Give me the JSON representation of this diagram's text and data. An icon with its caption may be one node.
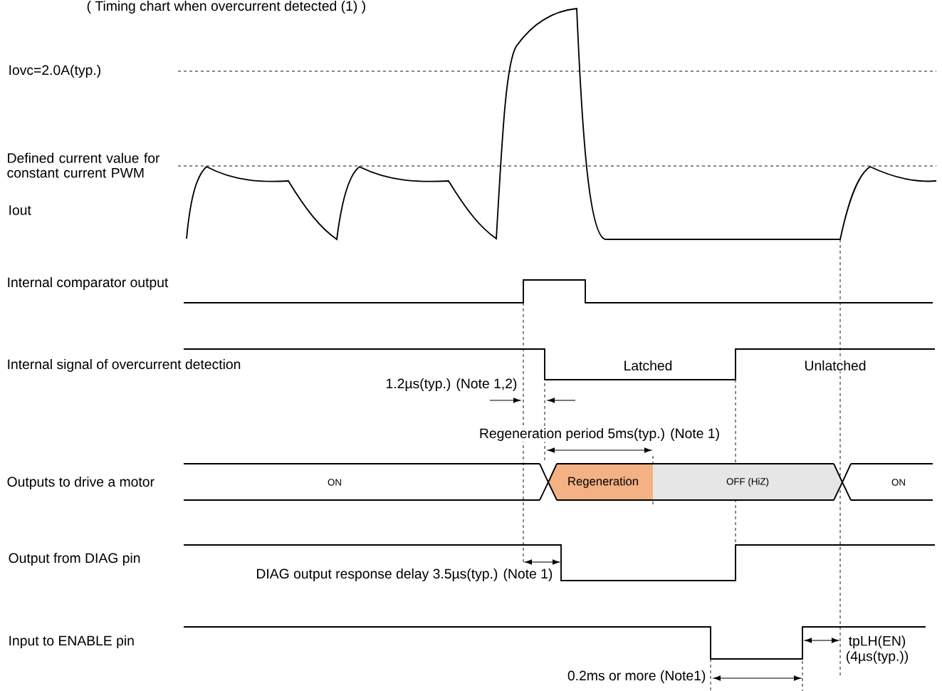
{
  "diagram": {
    "title": "( Timing chart when overcurrent detected (1) )",
    "nodes": [
      {
        "text": [
          "ON"
        ]
      },
      {
        "text": [
          "Regeneration"
        ]
      },
      {
        "text": [
          "OFF (HiZ)"
        ]
      },
      {
        "text": [
          "ON"
        ]
      }
    ],
    "labels": [
      "Iovc=2.0A(typ.)",
      "Defined current value for constant current PWM",
      "Iout",
      "Internal comparator output",
      "Internal signal of overcurrent detection",
      "Latched",
      "Unlatched",
      "1.2µs(typ.) (Note 1,2)",
      "Regeneration period 5ms(typ.) (Note 1)",
      "Outputs to drive a motor",
      "Output from DIAG pin",
      "DIAG output response delay 3.5µs(typ.) (Note 1)",
      "Input to ENABLE pin",
      "tpLH(EN) (4µs(typ.))",
      "0.2ms or more (Note1)"
    ]
  }
}
